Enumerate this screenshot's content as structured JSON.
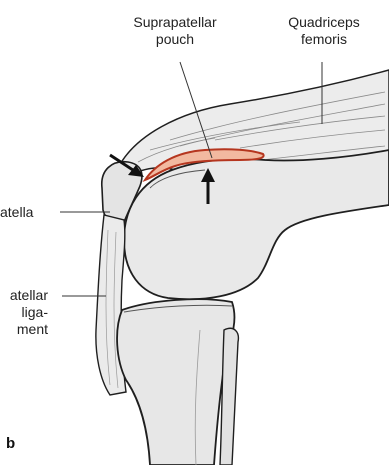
{
  "figure": {
    "panel_letter": "b",
    "labels": {
      "suprapatellar_line1": "Suprapatellar",
      "suprapatellar_line2": "pouch",
      "quadriceps_line1": "Quadriceps",
      "quadriceps_line2": "femoris",
      "patella": "atella",
      "ligament_line1": "atellar",
      "ligament_line2": "liga-",
      "ligament_line3": "ment"
    },
    "colors": {
      "bone_fill": "#e9e9e9",
      "outline": "#1f1f1f",
      "pouch_fill": "#f2b9a0",
      "pouch_outline": "#b5361f",
      "leader_line": "#333333"
    }
  }
}
